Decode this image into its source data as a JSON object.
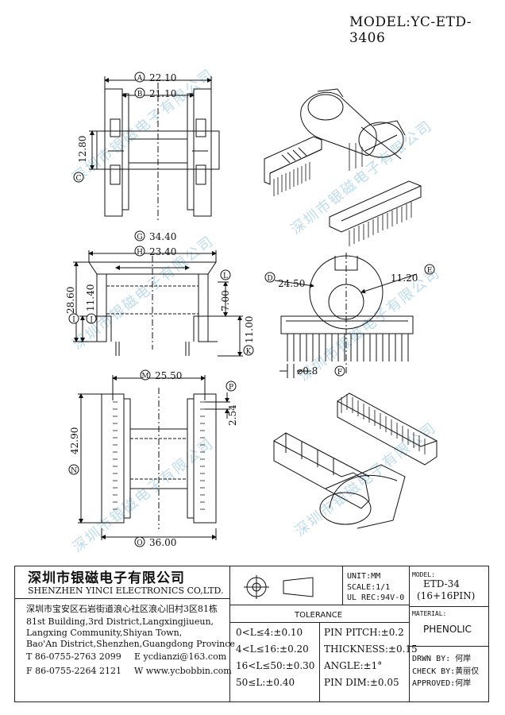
{
  "header": {
    "model": "MODEL:YC-ETD-3406"
  },
  "dimensions": {
    "A": {
      "letter": "A",
      "value": "22.10"
    },
    "B": {
      "letter": "B",
      "value": "21.10"
    },
    "C": {
      "letter": "C",
      "value": "12.80"
    },
    "G": {
      "letter": "G",
      "value": "34.40"
    },
    "H": {
      "letter": "H",
      "value": "23.40"
    },
    "I": {
      "letter": "I",
      "value": "28.60"
    },
    "J": {
      "letter": "J",
      "value": "11.40"
    },
    "L": {
      "letter": "L",
      "value": "7.00"
    },
    "K": {
      "letter": "K",
      "value": "11.00"
    },
    "D": {
      "letter": "D",
      "value": "24.50"
    },
    "E": {
      "letter": "E",
      "value": "11.20"
    },
    "F": {
      "letter": "F",
      "value": "⌀0.8"
    },
    "M": {
      "letter": "M",
      "value": "25.50"
    },
    "P": {
      "letter": "P",
      "value": "2.54"
    },
    "N": {
      "letter": "N",
      "value": "42.90"
    },
    "O": {
      "letter": "O",
      "value": "36.00"
    }
  },
  "watermark": "深圳市银磁电子有限公司",
  "title_block": {
    "company_cn": "深圳市银磁电子有限公司",
    "company_en": "SHENZHEN YINCI ELECTRONICS CO,LTD.",
    "address_cn": "深圳市宝安区石岩街道浪心社区浪心旧村3区81栋",
    "address_en": [
      "81st Building,3rd District,Langxingjiueun,",
      "Langxing Community,Shiyan Town,",
      "Bao'An District,Shenzhen,Guangdong Province"
    ],
    "tel": "T 86-0755-2763 2099",
    "email": "E ycdianzi@163.com",
    "fax": "F 86-0755-2264 2121",
    "web": "W www.ycbobbin.com",
    "unit": "UNIT:MM",
    "scale": "SCALE:1/1",
    "ul": "UL REC:94V-0",
    "model_label": "MODEL:",
    "model_value": "ETD-34",
    "pins": "(16+16PIN)",
    "material_label": "MATERIAL:",
    "material_value": "PHENOLIC",
    "tolerance_title": "TOLERANCE",
    "tolerances_left": [
      "0<L≤4:±0.10",
      "4<L≤16:±0.20",
      "16<L≤50:±0.30",
      "50≤L:±0.40"
    ],
    "tolerances_right": [
      "PIN PITCH:±0.2",
      "THICKNESS:±0.15",
      "ANGLE:±1°",
      "PIN DIM:±0.05"
    ],
    "drawn_by": "DRWN BY: 何岸",
    "check_by": "CHECK BY:黄丽仅",
    "approved": "APPROVED:何岸"
  }
}
